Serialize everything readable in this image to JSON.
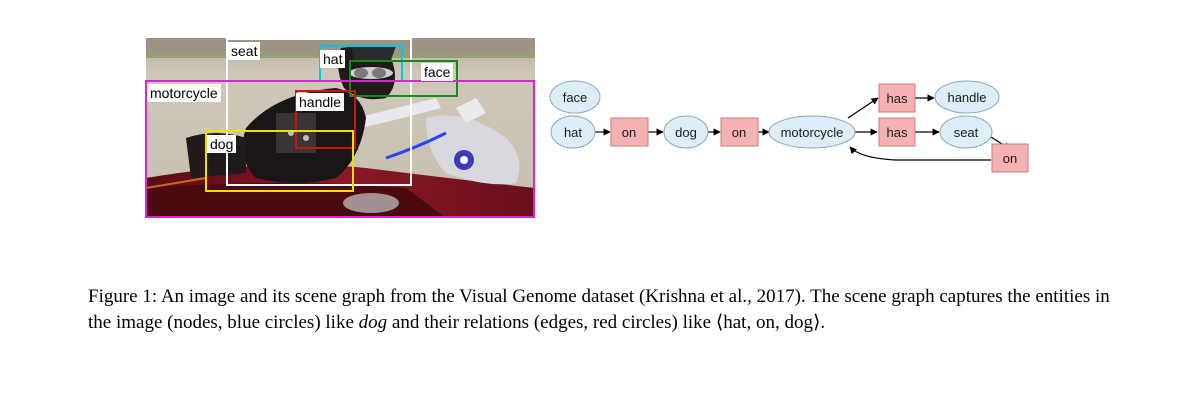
{
  "image_labels": {
    "seat": "seat",
    "hat": "hat",
    "face": "face",
    "motorcycle": "motorcycle",
    "handle": "handle",
    "dog": "dog"
  },
  "box_colors": {
    "seat": "#ffffff",
    "hat": "#00c8e6",
    "face": "#16881f",
    "motorcycle": "#e020e0",
    "handle": "#c81414",
    "dog": "#f0e000"
  },
  "graph": {
    "entities": {
      "face": "face",
      "hat": "hat",
      "dog": "dog",
      "motorcycle": "motorcycle",
      "handle": "handle",
      "seat": "seat"
    },
    "relations": {
      "on_1": "on",
      "on_2": "on",
      "has_1": "has",
      "has_2": "has",
      "on_3": "on"
    },
    "colors": {
      "entity_fill": "#deeef8",
      "relation_fill": "#f4b2b4"
    }
  },
  "caption": {
    "prefix": "Figure 1:  An image and its scene graph from the Visual Genome dataset (Krishna et al., 2017). The scene graph captures the entities in the image (nodes, blue circles) like ",
    "em_dog": "dog",
    "middle": " and their relations (edges, red circles) like ",
    "tuple": "⟨hat, on, dog⟩",
    "end": "."
  }
}
